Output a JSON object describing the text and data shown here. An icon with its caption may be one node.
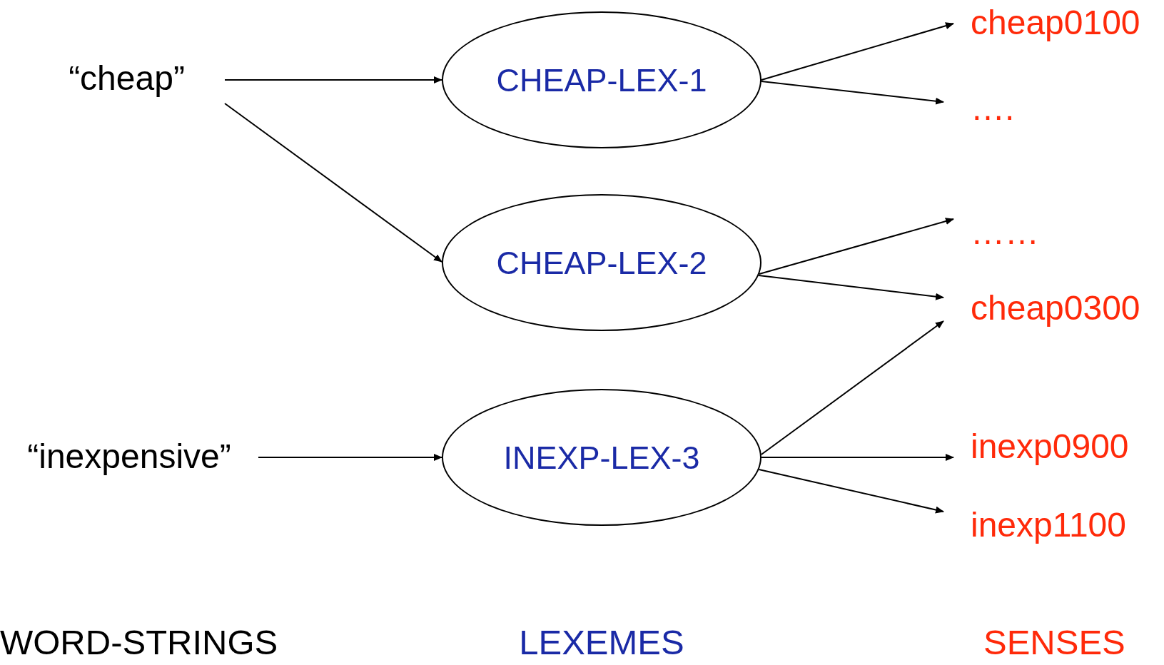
{
  "diagram": {
    "nodes": [
      {
        "text": [
          "“cheap”"
        ]
      },
      {
        "text": [
          "“inexpensive”"
        ]
      },
      {
        "text": [
          "CHEAP-LEX-1"
        ]
      },
      {
        "text": [
          "CHEAP-LEX-2"
        ]
      },
      {
        "text": [
          "INEXP-LEX-3"
        ]
      },
      {
        "text": [
          "cheap0100"
        ]
      },
      {
        "text": [
          "…."
        ]
      },
      {
        "text": [
          "……"
        ]
      },
      {
        "text": [
          "cheap0300"
        ]
      },
      {
        "text": [
          "inexp0900"
        ]
      },
      {
        "text": [
          "inexp1100"
        ]
      }
    ],
    "edges": [
      {
        "from": 0,
        "to": 2,
        "arrow": "to"
      },
      {
        "from": 0,
        "to": 3,
        "arrow": "to"
      },
      {
        "from": 1,
        "to": 4,
        "arrow": "to"
      },
      {
        "from": 2,
        "to": 5,
        "arrow": "to"
      },
      {
        "from": 2,
        "to": 6,
        "arrow": "to"
      },
      {
        "from": 3,
        "to": 7,
        "arrow": "to"
      },
      {
        "from": 3,
        "to": 8,
        "arrow": "to"
      },
      {
        "from": 4,
        "to": 8,
        "arrow": "to"
      },
      {
        "from": 4,
        "to": 9,
        "arrow": "to"
      },
      {
        "from": 4,
        "to": 10,
        "arrow": "to"
      }
    ],
    "labels": [
      "WORD-STRINGS",
      "LEXEMES",
      "SENSES"
    ]
  }
}
